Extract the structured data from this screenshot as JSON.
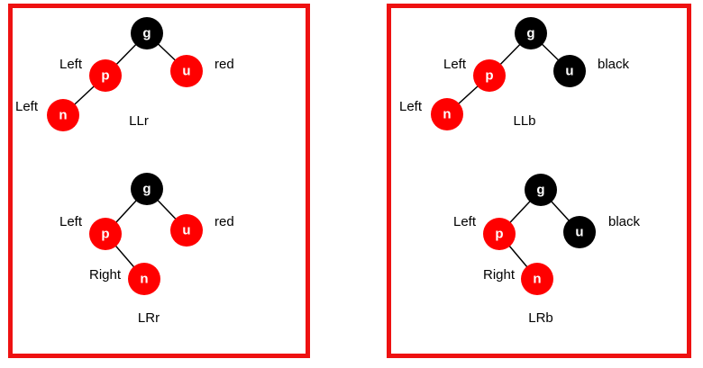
{
  "colors": {
    "frame": "#ee1111",
    "red": "#ff0000",
    "black": "#000000",
    "edge": "#000000"
  },
  "panels": [
    {
      "cases": [
        {
          "case_label": "LLr",
          "nodes": {
            "g": {
              "label": "g",
              "color": "black"
            },
            "p": {
              "label": "p",
              "color": "red"
            },
            "u": {
              "label": "u",
              "color": "red"
            },
            "n": {
              "label": "n",
              "color": "red"
            }
          },
          "labels": {
            "p_side": "Left",
            "n_side": "Left",
            "u_color": "red"
          }
        },
        {
          "case_label": "LRr",
          "nodes": {
            "g": {
              "label": "g",
              "color": "black"
            },
            "p": {
              "label": "p",
              "color": "red"
            },
            "u": {
              "label": "u",
              "color": "red"
            },
            "n": {
              "label": "n",
              "color": "red"
            }
          },
          "labels": {
            "p_side": "Left",
            "n_side": "Right",
            "u_color": "red"
          }
        }
      ]
    },
    {
      "cases": [
        {
          "case_label": "LLb",
          "nodes": {
            "g": {
              "label": "g",
              "color": "black"
            },
            "p": {
              "label": "p",
              "color": "red"
            },
            "u": {
              "label": "u",
              "color": "black"
            },
            "n": {
              "label": "n",
              "color": "red"
            }
          },
          "labels": {
            "p_side": "Left",
            "n_side": "Left",
            "u_color": "black"
          }
        },
        {
          "case_label": "LRb",
          "nodes": {
            "g": {
              "label": "g",
              "color": "black"
            },
            "p": {
              "label": "p",
              "color": "red"
            },
            "u": {
              "label": "u",
              "color": "black"
            },
            "n": {
              "label": "n",
              "color": "red"
            }
          },
          "labels": {
            "p_side": "Left",
            "n_side": "Right",
            "u_color": "black"
          }
        }
      ]
    }
  ]
}
